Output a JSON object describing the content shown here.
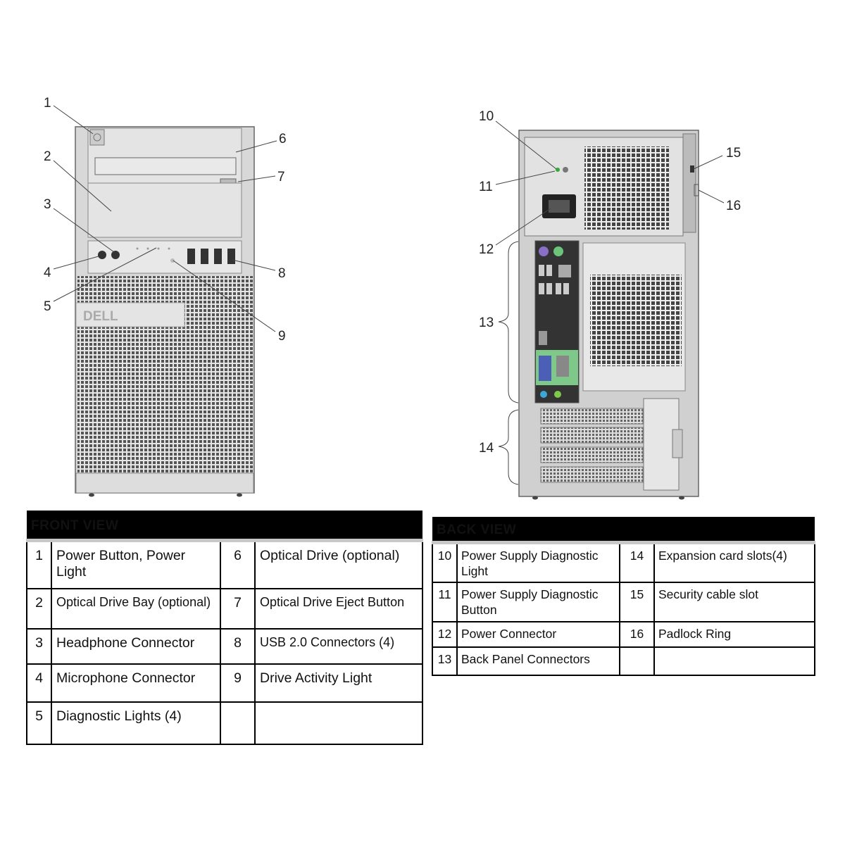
{
  "front_view": {
    "title": "FRONT VIEW",
    "callouts": [
      "1",
      "2",
      "3",
      "4",
      "5",
      "6",
      "7",
      "8",
      "9"
    ],
    "badge": "DELL",
    "rows": [
      [
        {
          "num": "1",
          "label": "Power Button, Power Light"
        },
        {
          "num": "6",
          "label": "Optical Drive (optional)"
        }
      ],
      [
        {
          "num": "2",
          "label": "Optical Drive Bay (optional)"
        },
        {
          "num": "7",
          "label": "Optical Drive Eject Button"
        }
      ],
      [
        {
          "num": "3",
          "label": "Headphone Connector"
        },
        {
          "num": "8",
          "label": "USB 2.0 Connectors (4)"
        }
      ],
      [
        {
          "num": "4",
          "label": "Microphone Connector"
        },
        {
          "num": "9",
          "label": "Drive Activity Light"
        }
      ],
      [
        {
          "num": "5",
          "label": "Diagnostic Lights (4)"
        },
        {
          "num": "",
          "label": ""
        }
      ]
    ]
  },
  "back_view": {
    "title": "BACK VIEW",
    "callouts": [
      "10",
      "11",
      "12",
      "13",
      "14",
      "15",
      "16"
    ],
    "rows": [
      [
        {
          "num": "10",
          "label": "Power Supply Diagnostic Light"
        },
        {
          "num": "14",
          "label": "Expansion card slots(4)"
        }
      ],
      [
        {
          "num": "11",
          "label": "Power Supply Diagnostic Button"
        },
        {
          "num": "15",
          "label": "Security cable slot"
        }
      ],
      [
        {
          "num": "12",
          "label": "Power Connector"
        },
        {
          "num": "16",
          "label": "Padlock Ring"
        }
      ],
      [
        {
          "num": "13",
          "label": "Back Panel Connectors"
        },
        {
          "num": "",
          "label": ""
        }
      ]
    ]
  }
}
